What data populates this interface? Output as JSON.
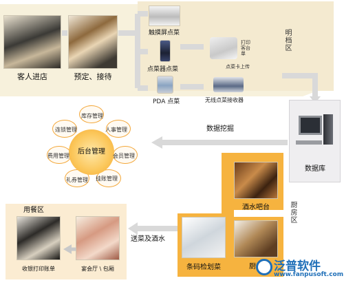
{
  "top": {
    "guest_arrival": "客人进店",
    "reservation": "预定、接待",
    "touchscreen": "触摸屏点菜",
    "handheld": "点菜器点菜",
    "pda": "PDA 点菜",
    "printer_label": "打印客台单",
    "upload_label": "点菜卡上传",
    "wireless": "无线点菜接收器",
    "front_zone": "明档区"
  },
  "middle": {
    "backoffice": {
      "center": "后台管理",
      "petals": [
        "库存管理",
        "人事管理",
        "会员管理",
        "挂账管理",
        "礼券管理",
        "费用管理",
        "连锁管理"
      ]
    },
    "data_mining": "数据挖掘",
    "database": "数据库"
  },
  "bottom": {
    "kitchen_zone": "厨房区",
    "bar": "酒水吧台",
    "kitchen": "厨房",
    "barcode": "条码检划菜",
    "serve": "送菜及酒水",
    "dining_zone": "用餐区",
    "cashier": "收银打印账单",
    "hall": "宴会厅 \\ 包厢"
  },
  "brand": {
    "name": "泛普软件",
    "url": "www.fanpusoft.com"
  },
  "colors": {
    "zone_beige": "#f4ead0",
    "zone_orange": "#f6b33f",
    "zone_light": "#fbf1dc",
    "arrow_grey": "#d9d9d9",
    "brand_blue": "#1f6fb8"
  }
}
